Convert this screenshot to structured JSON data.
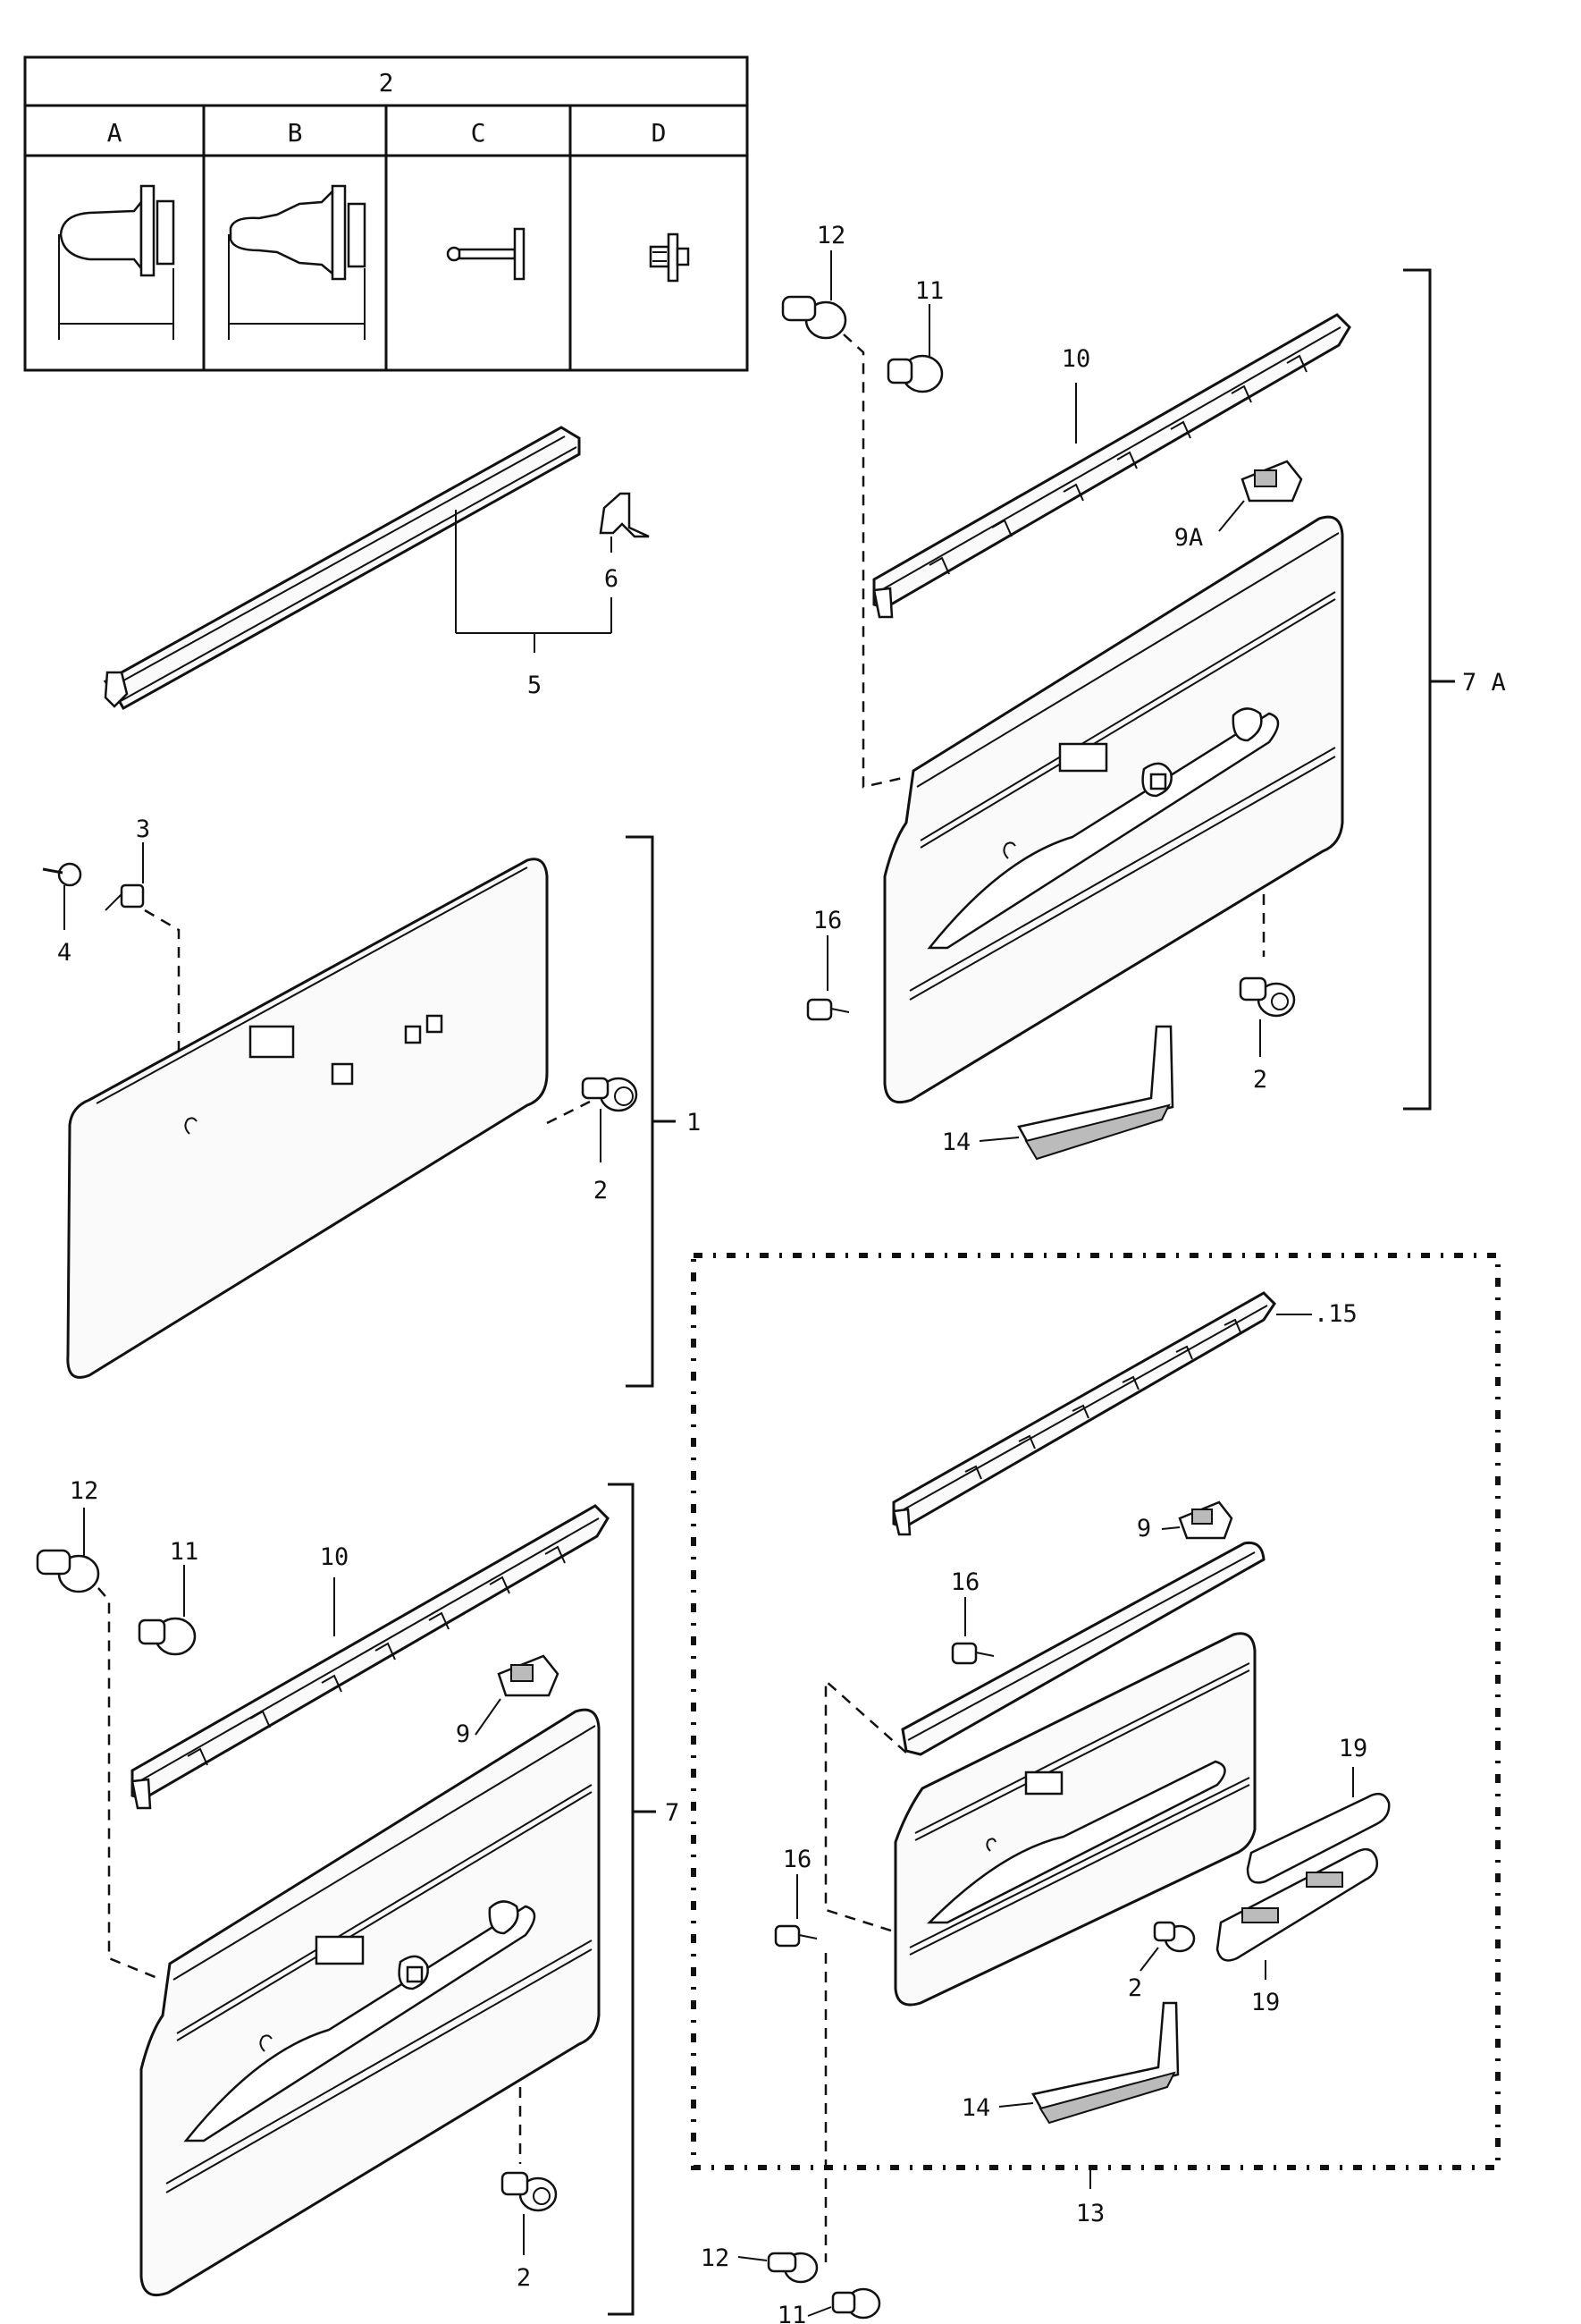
{
  "table": {
    "header": "2",
    "columns": [
      "A",
      "B",
      "C",
      "D"
    ]
  },
  "callouts": {
    "c1": "1",
    "c2a": "2",
    "c2b": "2",
    "c2c": "2",
    "c2d": "2",
    "c3": "3",
    "c4": "4",
    "c5": "5",
    "c6": "6",
    "c7": "7",
    "c7a": "7 A",
    "c9": "9",
    "c9b": "9",
    "c9a": "9A",
    "c10a": "10",
    "c10b": "10",
    "c11a": "11",
    "c11b": "11",
    "c11c": "11",
    "c12a": "12",
    "c12b": "12",
    "c12c": "12",
    "c13": "13",
    "c14a": "14",
    "c14b": "14",
    "c15": ".15",
    "c16a": "16",
    "c16b": "16",
    "c16c": "16",
    "c19a": "19",
    "c19b": "19"
  }
}
